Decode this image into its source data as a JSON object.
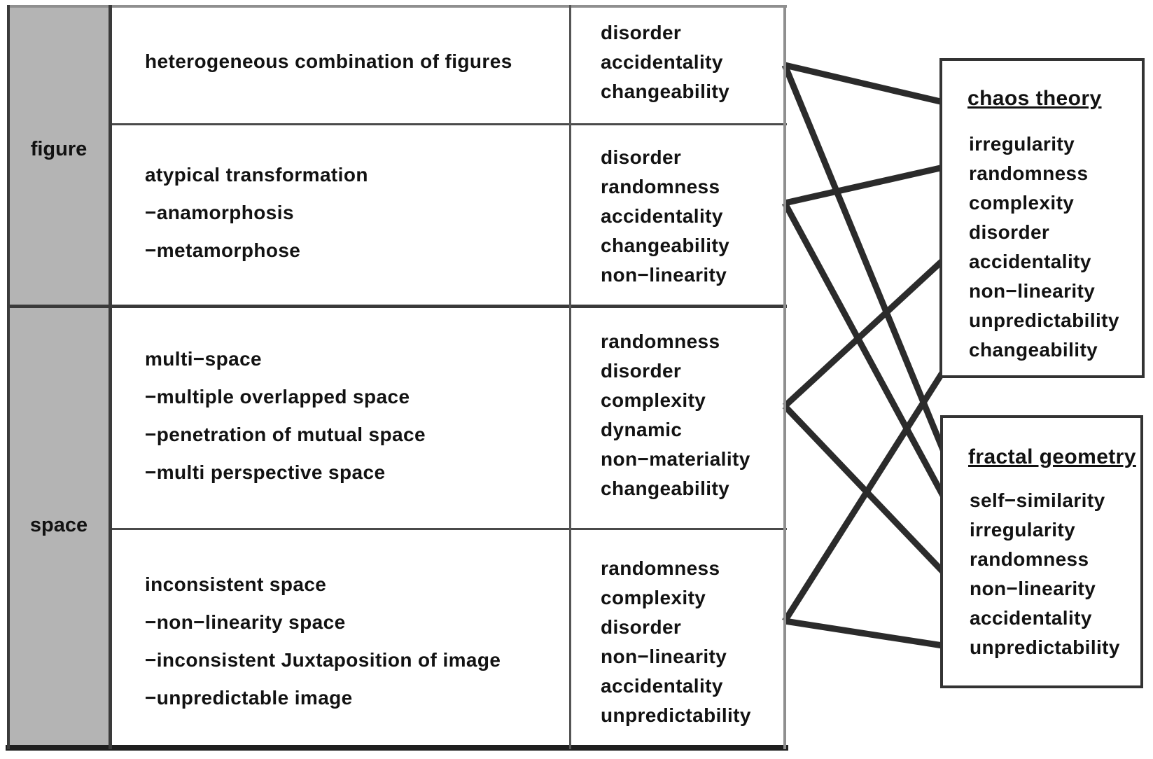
{
  "table": {
    "row_groups": [
      {
        "label": "figure",
        "rows": [
          {
            "description": [
              "heterogeneous combination of figures"
            ],
            "attributes": [
              "disorder",
              "accidentality",
              "changeability"
            ]
          },
          {
            "description": [
              "atypical transformation",
              "−anamorphosis",
              "−metamorphose"
            ],
            "attributes": [
              "disorder",
              "randomness",
              "accidentality",
              "changeability",
              "non−linearity"
            ]
          }
        ]
      },
      {
        "label": "space",
        "rows": [
          {
            "description": [
              "multi−space",
              "−multiple overlapped space",
              "−penetration of mutual space",
              "−multi perspective space"
            ],
            "attributes": [
              "randomness",
              "disorder",
              "complexity",
              "dynamic",
              "non−materiality",
              "changeability"
            ]
          },
          {
            "description": [
              "inconsistent space",
              "−non−linearity space",
              "−inconsistent Juxtaposition of image",
              "−unpredictable image"
            ],
            "attributes": [
              "randomness",
              "complexity",
              "disorder",
              "non−linearity",
              "accidentality",
              "unpredictability"
            ]
          }
        ]
      }
    ]
  },
  "boxes": [
    {
      "title": "chaos theory",
      "items": [
        "irregularity",
        "randomness",
        "complexity",
        "disorder",
        "accidentality",
        "non−linearity",
        "unpredictability",
        "changeability"
      ]
    },
    {
      "title": "fractal geometry",
      "items": [
        "self−similarity",
        "irregularity",
        "randomness",
        "non−linearity",
        "accidentality",
        "unpredictability"
      ]
    }
  ],
  "connections": [
    {
      "from": "figure-row-1-attributes",
      "to": "chaos theory"
    },
    {
      "from": "figure-row-1-attributes",
      "to": "fractal geometry"
    },
    {
      "from": "figure-row-2-attributes",
      "to": "chaos theory"
    },
    {
      "from": "figure-row-2-attributes",
      "to": "fractal geometry"
    },
    {
      "from": "space-row-1-attributes",
      "to": "chaos theory"
    },
    {
      "from": "space-row-1-attributes",
      "to": "fractal geometry"
    },
    {
      "from": "space-row-2-attributes",
      "to": "chaos theory"
    },
    {
      "from": "space-row-2-attributes",
      "to": "fractal geometry"
    }
  ],
  "colors": {
    "category_cell_fill": "#b4b4b4",
    "connector_line": "#2b2b2b",
    "border_dark": "#3a3a3a",
    "border_light": "#8f8f8f",
    "text": "#121212"
  }
}
